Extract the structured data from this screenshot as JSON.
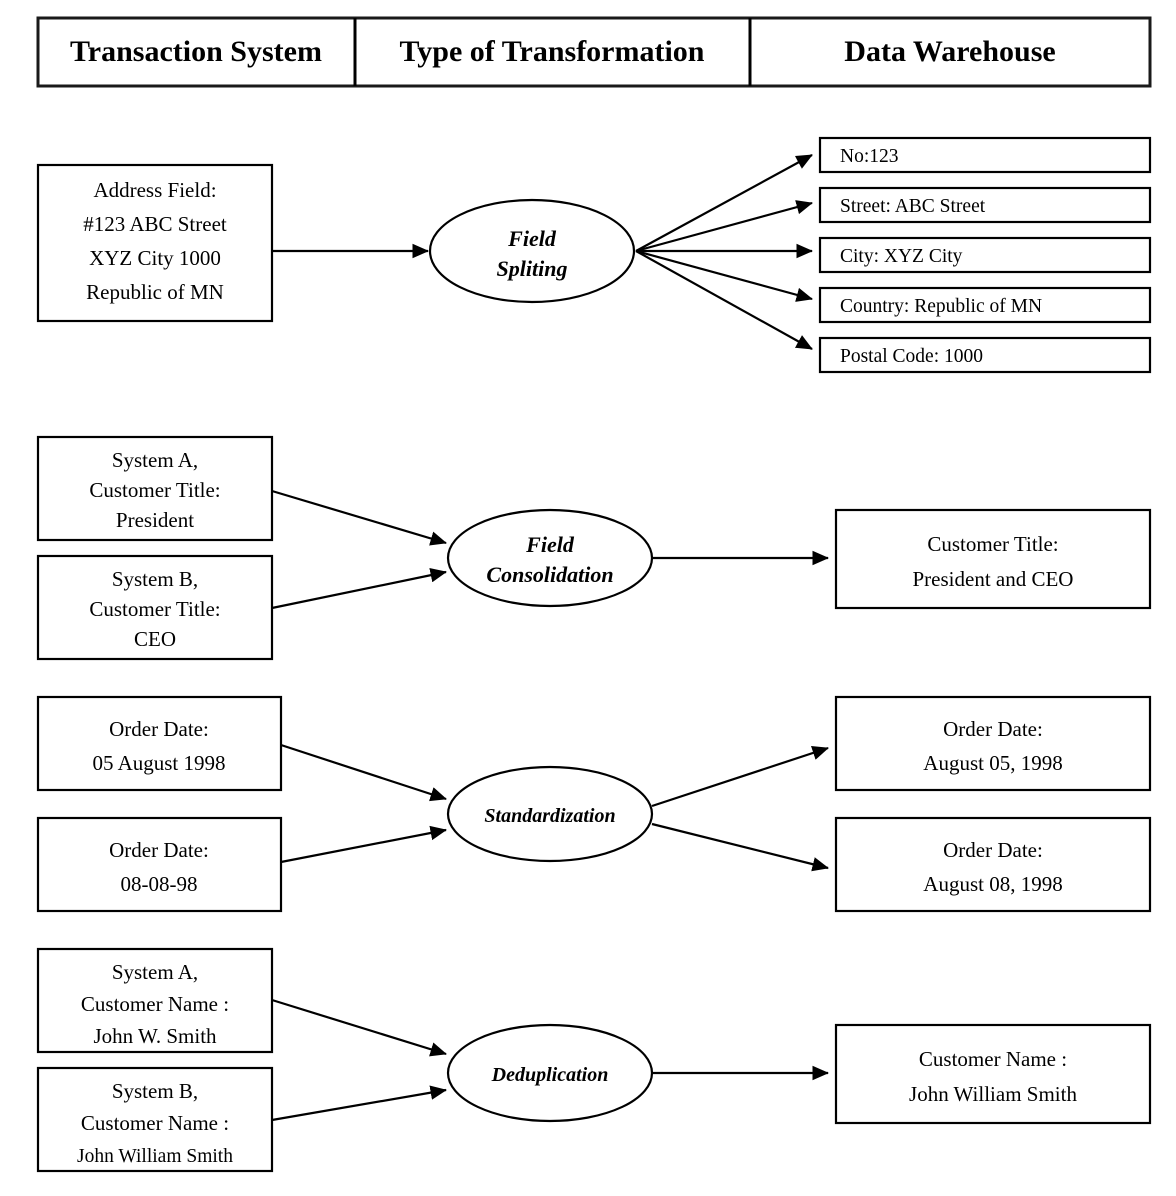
{
  "header": {
    "columns": [
      {
        "label": "Transaction System"
      },
      {
        "label": "Type of Transformation"
      },
      {
        "label": "Data Warehouse"
      }
    ]
  },
  "colors": {
    "background": "#ffffff",
    "stroke": "#000000",
    "text": "#000000"
  },
  "rows": [
    {
      "name": "field-splitting",
      "transformation": {
        "lines": [
          "Field",
          "Spliting"
        ]
      },
      "sources": [
        {
          "lines": [
            "Address Field:",
            "#123 ABC Street",
            "XYZ City 1000",
            "Republic of MN"
          ]
        }
      ],
      "targets": [
        {
          "lines": [
            "No:123"
          ]
        },
        {
          "lines": [
            "Street: ABC Street"
          ]
        },
        {
          "lines": [
            "City: XYZ City"
          ]
        },
        {
          "lines": [
            "Country: Republic of MN"
          ]
        },
        {
          "lines": [
            "Postal Code: 1000"
          ]
        }
      ]
    },
    {
      "name": "field-consolidation",
      "transformation": {
        "lines": [
          "Field",
          "Consolidation"
        ]
      },
      "sources": [
        {
          "lines": [
            "System A,",
            "Customer Title:",
            "President"
          ]
        },
        {
          "lines": [
            "System B,",
            "Customer Title:",
            "CEO"
          ]
        }
      ],
      "targets": [
        {
          "lines": [
            "Customer Title:",
            "President and CEO"
          ]
        }
      ]
    },
    {
      "name": "standardization",
      "transformation": {
        "lines": [
          "Standardization"
        ]
      },
      "sources": [
        {
          "lines": [
            "Order Date:",
            "05 August 1998"
          ]
        },
        {
          "lines": [
            "Order Date:",
            "08-08-98"
          ]
        }
      ],
      "targets": [
        {
          "lines": [
            "Order Date:",
            "August 05, 1998"
          ]
        },
        {
          "lines": [
            "Order Date:",
            "August 08, 1998"
          ]
        }
      ]
    },
    {
      "name": "deduplication",
      "transformation": {
        "lines": [
          "Deduplication"
        ]
      },
      "sources": [
        {
          "lines": [
            "System A,",
            "Customer Name :",
            "John W. Smith"
          ]
        },
        {
          "lines": [
            "System B,",
            "Customer Name :",
            "John William Smith"
          ]
        }
      ],
      "targets": [
        {
          "lines": [
            "Customer Name :",
            "John William Smith"
          ]
        }
      ]
    }
  ]
}
